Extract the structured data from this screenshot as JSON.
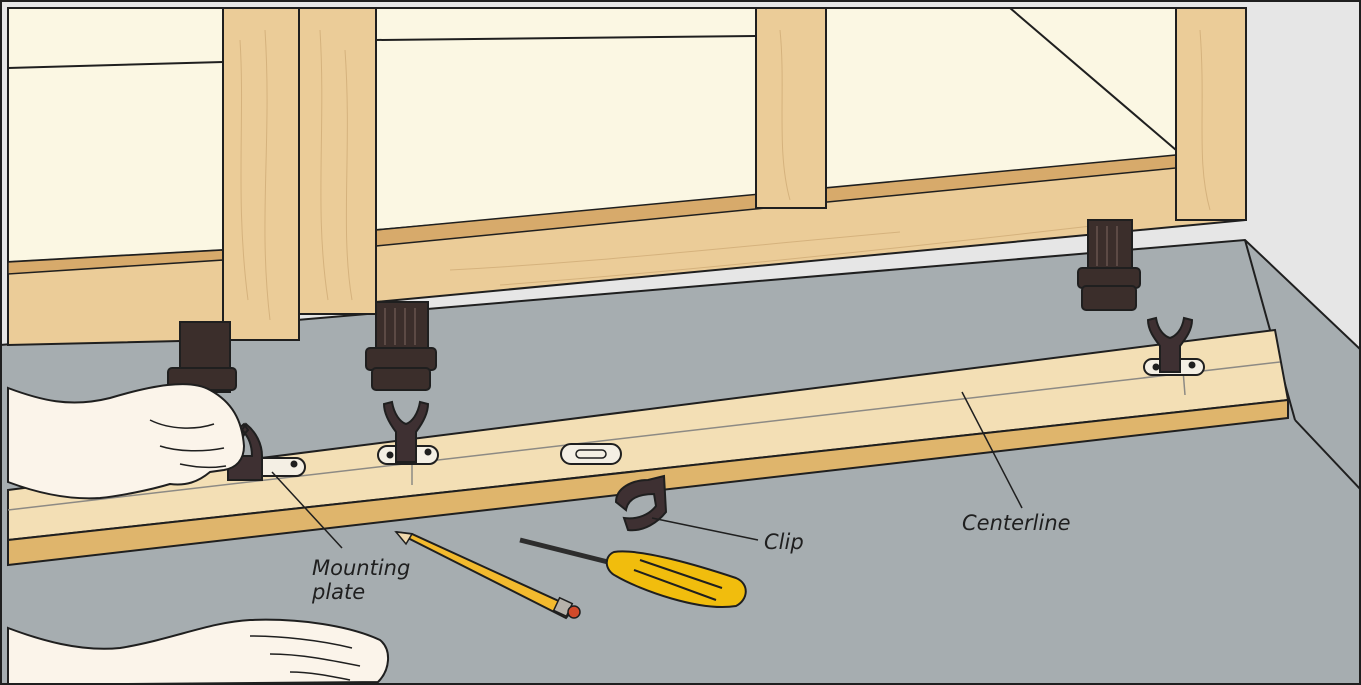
{
  "labels": {
    "mounting_plate_line1": "Mounting",
    "mounting_plate_line2": "plate",
    "clip": "Clip",
    "centerline": "Centerline"
  },
  "colors": {
    "floor": "#a6adb0",
    "wall": "#e6e6e6",
    "cabinet_interior": "#fbf7e3",
    "wood": "#ebcc98",
    "wood_dark": "#d7aa6b",
    "board_top": "#f3dfb5",
    "board_front": "#dfb56c",
    "leg": "#3b2e2b",
    "clip": "#3e3032",
    "pencil": "#f3ba2e",
    "screwdriver_handle": "#f1bd0d",
    "skin": "#fbf4ea",
    "outline": "#1f1f1f"
  },
  "icons": {
    "cabinet": "cabinet-illustration",
    "leveling_leg": "leveling-leg-icon",
    "clip": "clip-icon",
    "mounting_plate": "mounting-plate-icon",
    "pencil": "pencil-icon",
    "screwdriver": "screwdriver-icon",
    "hand": "hand-icon"
  }
}
